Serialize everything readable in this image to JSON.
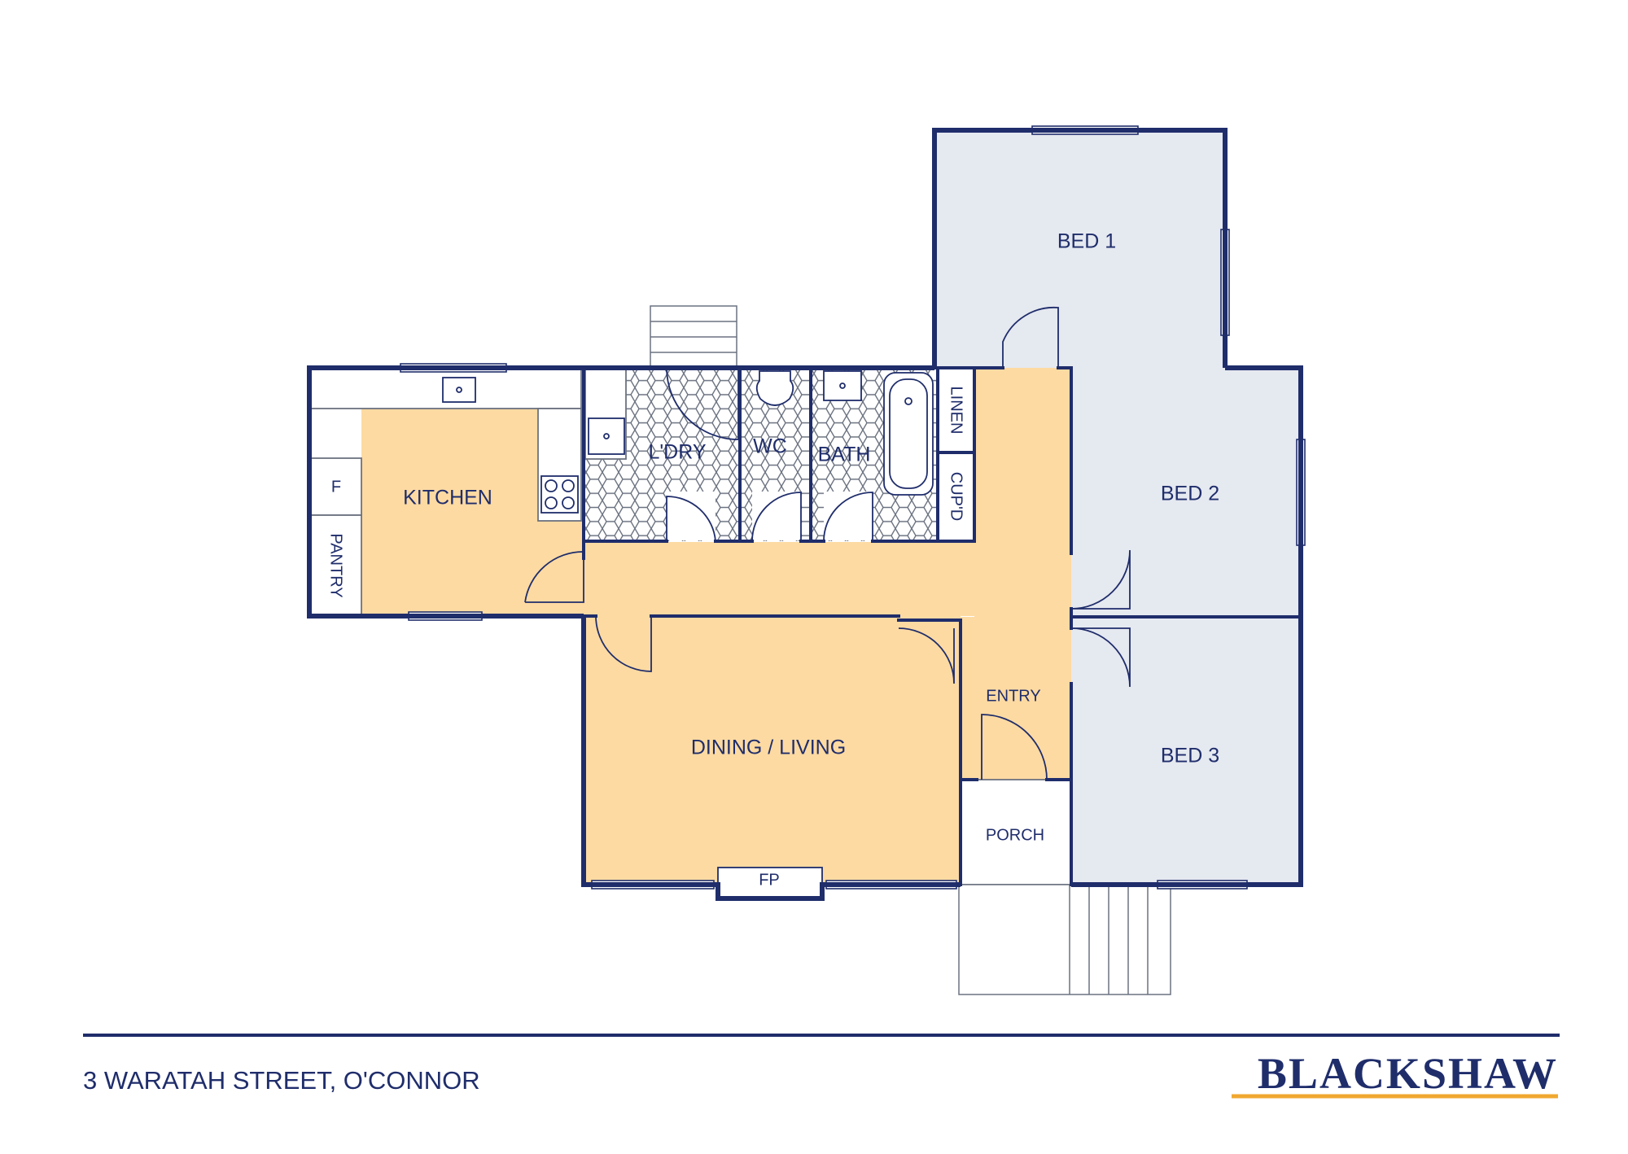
{
  "plan": {
    "address": "3 WARATAH STREET, O'CONNOR",
    "brand": "BLACKSHAW",
    "colors": {
      "wall": "#1f2d6b",
      "living_fill": "#fddaa2",
      "bedroom_fill": "#e5e9f0",
      "brand_underline": "#f0a830"
    },
    "rooms": {
      "bed1": "BED 1",
      "bed2": "BED 2",
      "bed3": "BED 3",
      "kitchen": "KITCHEN",
      "laundry": "L'DRY",
      "wc": "WC",
      "bath": "BATH",
      "linen": "LINEN",
      "cupboard": "CUP'D",
      "fridge": "F",
      "pantry": "PANTRY",
      "dining_living": "DINING / LIVING",
      "entry": "ENTRY",
      "porch": "PORCH",
      "fireplace": "FP"
    }
  }
}
